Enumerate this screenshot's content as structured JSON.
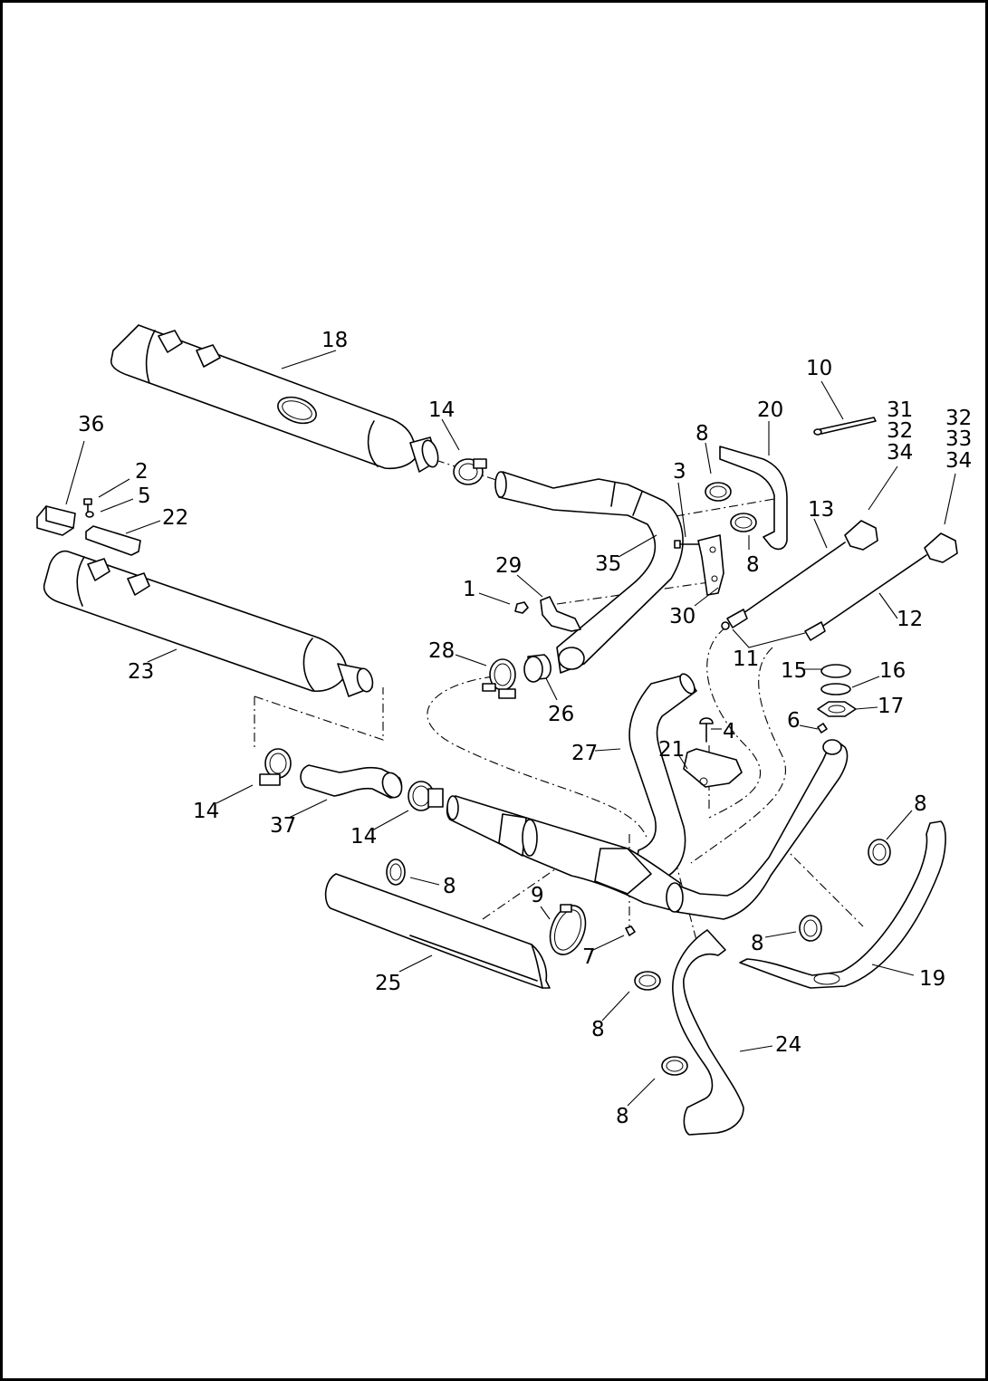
{
  "diagram": {
    "callouts": {
      "c1": "1",
      "c2": "2",
      "c3": "3",
      "c4": "4",
      "c5": "5",
      "c6": "6",
      "c7": "7",
      "c8": "8",
      "c9": "9",
      "c10": "10",
      "c11": "11",
      "c12": "12",
      "c13": "13",
      "c14": "14",
      "c15": "15",
      "c16": "16",
      "c17": "17",
      "c18": "18",
      "c19": "19",
      "c20": "20",
      "c21": "21",
      "c22": "22",
      "c23": "23",
      "c24": "24",
      "c25": "25",
      "c26": "26",
      "c27": "27",
      "c28": "28",
      "c29": "29",
      "c30": "30",
      "c31": "31",
      "c32": "32",
      "c33": "33",
      "c34": "34",
      "c35": "35",
      "c36": "36",
      "c37": "37"
    }
  }
}
